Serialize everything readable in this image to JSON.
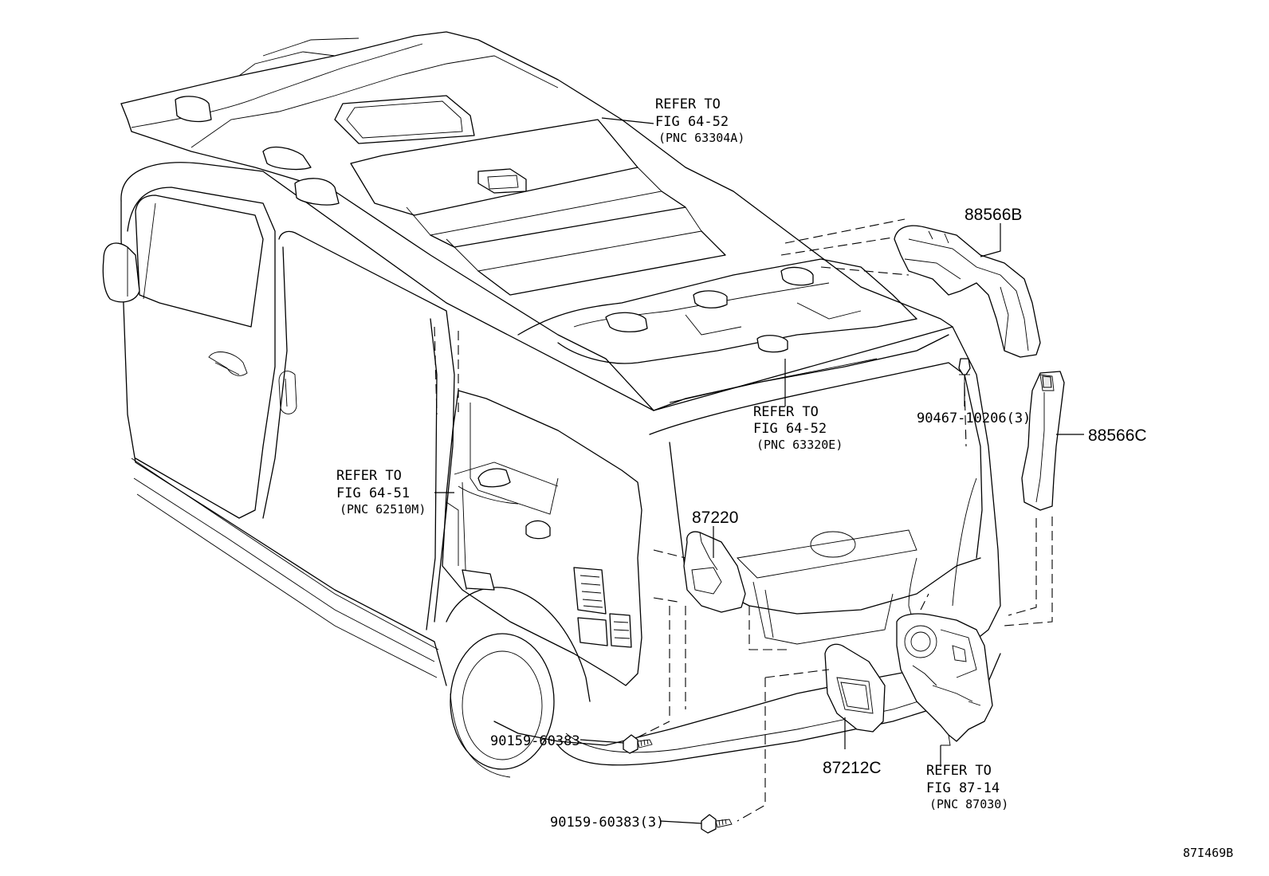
{
  "diagram": {
    "code": "87I469B",
    "parts": {
      "p88566B": "88566B",
      "p88566C": "88566C",
      "p87220": "87220",
      "p87212C": "87212C",
      "bolt1": "90159-60383",
      "bolt2": "90159-60383(3)",
      "clip": "90467-10206(3)"
    },
    "refs": {
      "roof_front": {
        "l1": "REFER TO",
        "l2": "FIG 64-52",
        "l3": "(PNC 63304A)"
      },
      "roof_rear": {
        "l1": "REFER TO",
        "l2": "FIG 64-52",
        "l3": "(PNC 63320E)"
      },
      "side_trim": {
        "l1": "REFER TO",
        "l2": "FIG 64-51",
        "l3": "(PNC 62510M)"
      },
      "heater": {
        "l1": "REFER TO",
        "l2": "FIG 87-14",
        "l3": "(PNC 87030)"
      }
    }
  }
}
